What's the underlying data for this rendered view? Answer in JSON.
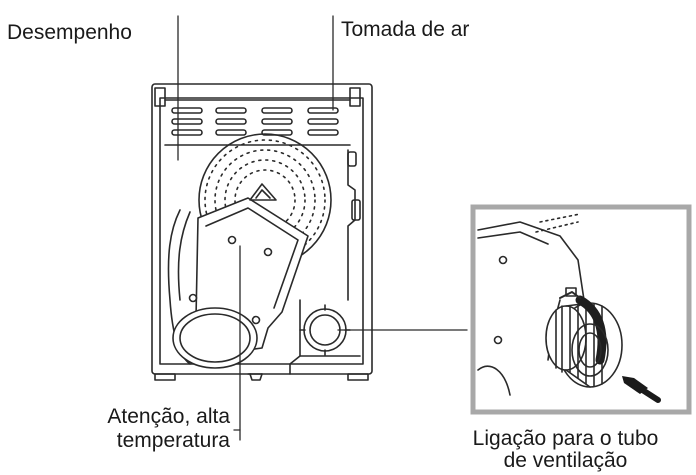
{
  "labels": {
    "performance": "Desempenho",
    "air_intake": "Tomada de ar",
    "warning_line1": "Atenção, alta",
    "warning_line2": "temperatura",
    "vent_line1": "Ligação para o tubo",
    "vent_line2": "de ventilação"
  },
  "colors": {
    "line": "#2a2a2a",
    "fill": "#ffffff",
    "inset_frame": "#a8a8a8"
  }
}
